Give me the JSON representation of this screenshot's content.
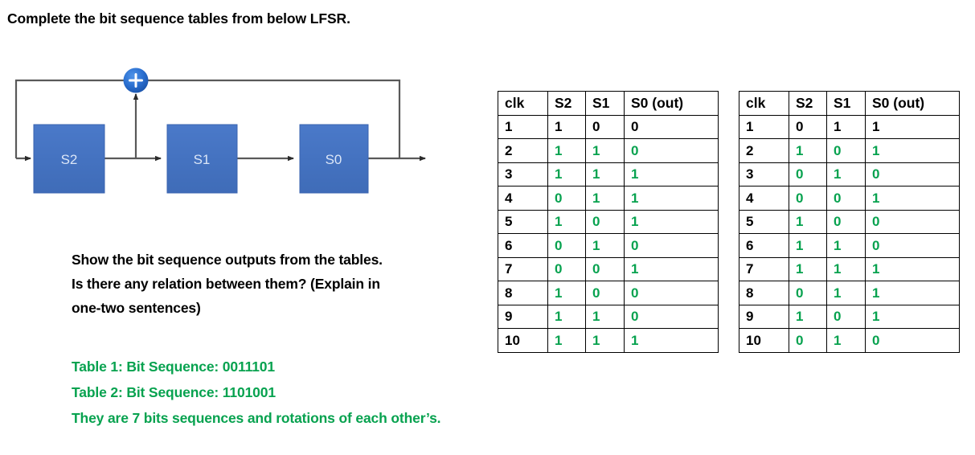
{
  "title": "Complete the bit sequence tables from below LFSR.",
  "diagram": {
    "name": "lfsr-3-stage",
    "xor_symbol": "+",
    "registers": [
      {
        "id": "s2",
        "label": "S2"
      },
      {
        "id": "s1",
        "label": "S1"
      },
      {
        "id": "s0",
        "label": "S0"
      }
    ],
    "colors": {
      "register_fill": "#4472C4",
      "register_border": "#3A63AF",
      "wire": "#595959",
      "xor_fill": "#2A6FD0",
      "xor_glyph": "#FFFFFF"
    }
  },
  "prompt": {
    "lines": [
      "Show the bit sequence outputs from the tables.",
      "Is there any relation between them? (Explain in",
      "one-two sentences)"
    ]
  },
  "answers": {
    "color": "#07a24f",
    "lines": [
      "Table 1: Bit Sequence: 0011101",
      "Table 2: Bit Sequence: 1101001",
      "They are 7 bits sequences and rotations of each other’s."
    ]
  },
  "tables": [
    {
      "id": "table-1",
      "headers": [
        "clk",
        "S2",
        "S1",
        "S0 (out)"
      ],
      "rows": [
        {
          "clk": "1",
          "s2": "1",
          "s1": "0",
          "s0": "0",
          "state": "given"
        },
        {
          "clk": "2",
          "s2": "1",
          "s1": "1",
          "s0": "0",
          "state": "filled"
        },
        {
          "clk": "3",
          "s2": "1",
          "s1": "1",
          "s0": "1",
          "state": "filled"
        },
        {
          "clk": "4",
          "s2": "0",
          "s1": "1",
          "s0": "1",
          "state": "filled"
        },
        {
          "clk": "5",
          "s2": "1",
          "s1": "0",
          "s0": "1",
          "state": "filled"
        },
        {
          "clk": "6",
          "s2": "0",
          "s1": "1",
          "s0": "0",
          "state": "filled"
        },
        {
          "clk": "7",
          "s2": "0",
          "s1": "0",
          "s0": "1",
          "state": "filled"
        },
        {
          "clk": "8",
          "s2": "1",
          "s1": "0",
          "s0": "0",
          "state": "filled"
        },
        {
          "clk": "9",
          "s2": "1",
          "s1": "1",
          "s0": "0",
          "state": "filled"
        },
        {
          "clk": "10",
          "s2": "1",
          "s1": "1",
          "s0": "1",
          "state": "filled"
        }
      ]
    },
    {
      "id": "table-2",
      "headers": [
        "clk",
        "S2",
        "S1",
        "S0 (out)"
      ],
      "rows": [
        {
          "clk": "1",
          "s2": "0",
          "s1": "1",
          "s0": "1",
          "state": "given"
        },
        {
          "clk": "2",
          "s2": "1",
          "s1": "0",
          "s0": "1",
          "state": "filled"
        },
        {
          "clk": "3",
          "s2": "0",
          "s1": "1",
          "s0": "0",
          "state": "filled"
        },
        {
          "clk": "4",
          "s2": "0",
          "s1": "0",
          "s0": "1",
          "state": "filled"
        },
        {
          "clk": "5",
          "s2": "1",
          "s1": "0",
          "s0": "0",
          "state": "filled"
        },
        {
          "clk": "6",
          "s2": "1",
          "s1": "1",
          "s0": "0",
          "state": "filled"
        },
        {
          "clk": "7",
          "s2": "1",
          "s1": "1",
          "s0": "1",
          "state": "filled"
        },
        {
          "clk": "8",
          "s2": "0",
          "s1": "1",
          "s0": "1",
          "state": "filled"
        },
        {
          "clk": "9",
          "s2": "1",
          "s1": "0",
          "s0": "1",
          "state": "filled"
        },
        {
          "clk": "10",
          "s2": "0",
          "s1": "1",
          "s0": "0",
          "state": "filled"
        }
      ]
    }
  ]
}
